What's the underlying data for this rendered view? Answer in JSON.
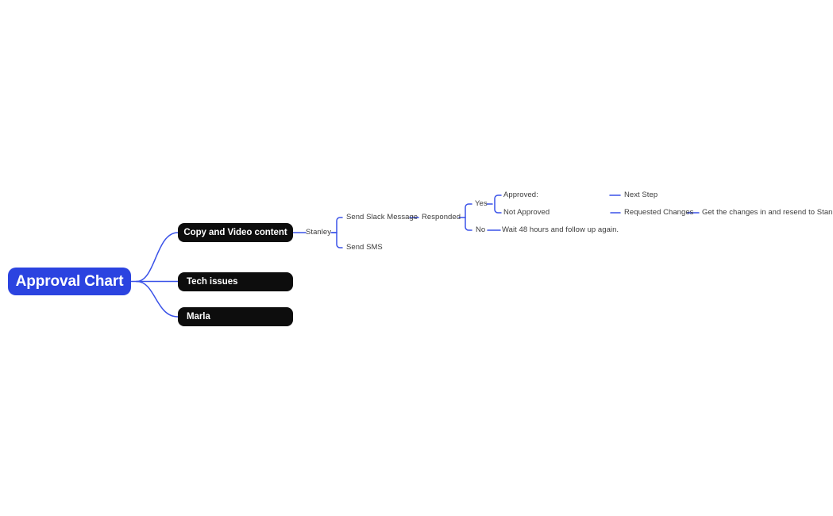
{
  "diagram": {
    "type": "mind-map",
    "background_color": "#ffffff",
    "accent_color": "#2b43e0",
    "connector_color": "#3a52e8",
    "node_dark_color": "#0d0d0d",
    "leaf_text_color": "#3c3c3c",
    "root": {
      "label": "Approval Chart",
      "text_color": "#ffffff",
      "fill": "#2b43e0"
    },
    "branches": [
      {
        "label": "Copy and Video content",
        "style": "dark-pill",
        "align": "center",
        "children": [
          {
            "label": "Stanley",
            "style": "text",
            "children": [
              {
                "label": "Send Slack Message",
                "style": "text",
                "children": [
                  {
                    "label": "Responded",
                    "style": "text",
                    "children": [
                      {
                        "label": "Yes",
                        "style": "text",
                        "children": [
                          {
                            "label": "Approved:",
                            "style": "text",
                            "linked_to": "Next Step"
                          },
                          {
                            "label": "Not Approved",
                            "style": "text",
                            "linked_to": "Requested Changes"
                          }
                        ]
                      },
                      {
                        "label": "No",
                        "style": "text",
                        "children": [
                          {
                            "label": "Wait 48 hours and follow up again.",
                            "style": "text"
                          }
                        ]
                      }
                    ]
                  }
                ]
              },
              {
                "label": "Send SMS",
                "style": "text"
              }
            ]
          }
        ]
      },
      {
        "label": "Tech issues",
        "style": "dark-pill",
        "align": "left"
      },
      {
        "label": "Marla",
        "style": "dark-pill",
        "align": "left"
      }
    ],
    "detached_group": {
      "items": [
        {
          "label": "Next Step"
        },
        {
          "label": "Requested Changes",
          "children": [
            {
              "label": "Get the changes in and resend to Stanley"
            }
          ]
        }
      ]
    }
  }
}
